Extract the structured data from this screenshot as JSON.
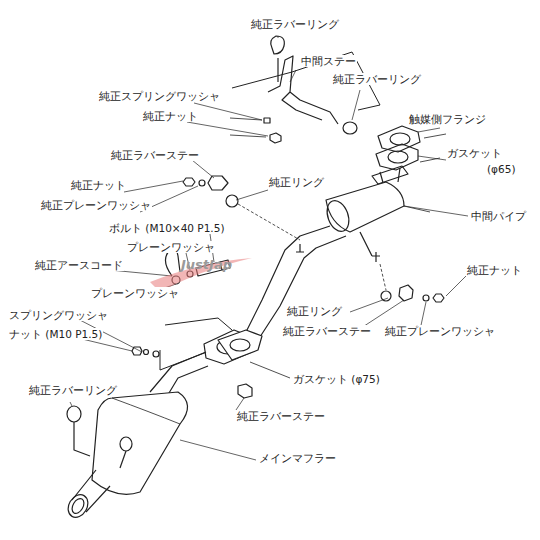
{
  "diagram": {
    "labels": [
      "純正ラバーリング",
      "中間ステー",
      "純正ラバーリング",
      "純正スプリングワッシャ",
      "純正ナット",
      "触媒側フランジ",
      "ガスケット",
      "(φ65)",
      "純正ラバーステー",
      "純正リング",
      "純正ナット",
      "純正プレーンワッシャ",
      "中間パイプ",
      "ボルト (M10×40 P1.5)",
      "プレーンワッシャ",
      "純正アースコード",
      "純正ナット",
      "プレーンワッシャ",
      "スプリングワッシャ",
      "ナット (M10 P1.5)",
      "純正リング",
      "純正ラバーステー",
      "純正プレーンワッシャ",
      "ガスケット (φ75)",
      "純正ラバーステー",
      "純正ラバーリング",
      "メインマフラー",
      "JustJap"
    ]
  }
}
